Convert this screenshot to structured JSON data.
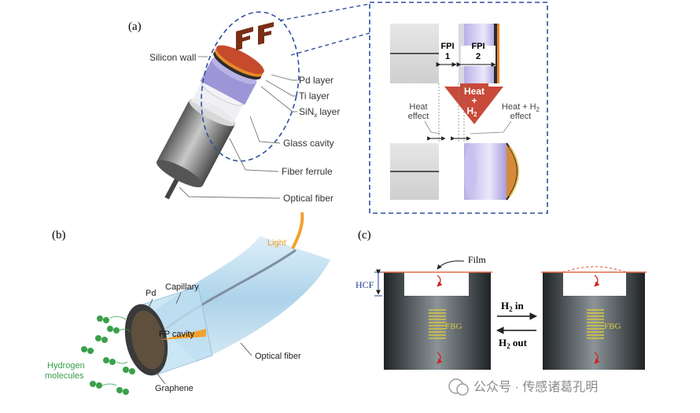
{
  "panel_a": {
    "label": "(a)",
    "callouts": [
      "Silicon wall",
      "Pd layer",
      "Ti layer",
      "SiN",
      "x",
      "layer",
      "Glass cavity",
      "Fiber ferrule",
      "Optical fiber"
    ],
    "inset": {
      "fpi1_top": "FPI",
      "fpi1_num": "1",
      "fpi2_top": "FPI",
      "fpi2_num": "2",
      "arrow_line1": "Heat",
      "arrow_line2": "+",
      "arrow_line3": "H",
      "arrow_sub": "2",
      "heat_effect_1": "Heat",
      "heat_effect_2": "effect",
      "heat_h2_1": "Heat + H",
      "heat_h2_sub": "2",
      "heat_h2_2": "effect"
    }
  },
  "panel_b": {
    "label": "(b)",
    "light": "Light",
    "pd": "Pd",
    "capillary": "Capillary",
    "fp_cavity": "FP cavity",
    "optical_fiber": "Optical fiber",
    "hydrogen_1": "Hydrogen",
    "hydrogen_2": "molecules",
    "graphene": "Graphene"
  },
  "panel_c": {
    "label": "(c)",
    "film": "Film",
    "hcf": "HCF",
    "fbg_left": "FBG",
    "fbg_right": "FBG",
    "h2_in_pre": "H",
    "h2_in_sub": "2",
    "h2_in_post": " in",
    "h2_out_pre": "H",
    "h2_out_sub": "2",
    "h2_out_post": " out"
  },
  "watermark": "公众号 · 传感诸葛孔明",
  "colors": {
    "dash_blue": "#2f4f9e",
    "pd_orange": "#e8892a",
    "arrow_red": "#c84a3a",
    "hydrogen_green": "#3aa04a",
    "fbg_yellow": "#d8c840",
    "light_orange": "#f2a030",
    "hcf_blue": "#1f3f95"
  }
}
